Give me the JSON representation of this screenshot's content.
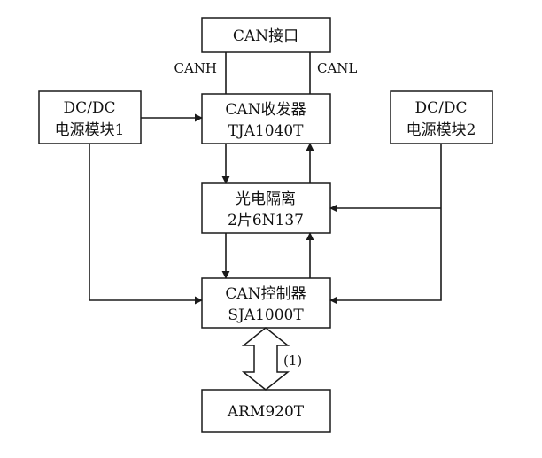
{
  "blocks": {
    "can_interface": "CAN接口",
    "can_transceiver": [
      "CAN收发器",
      "TJA1040T"
    ],
    "dcdc1": [
      "DC/DC",
      "电源模块1"
    ],
    "dcdc2": [
      "DC/DC",
      "电源模块2"
    ],
    "opto_isolation": [
      "光电隔离",
      "2片6N137"
    ],
    "can_controller": [
      "CAN控制器",
      "SJA1000T"
    ],
    "arm": "ARM920T"
  },
  "signals": {
    "canh": "CANH",
    "canl": "CANL",
    "bus_label": "(1)"
  },
  "colors": {
    "line": "#1a1a1a",
    "background": "#ffffff"
  }
}
